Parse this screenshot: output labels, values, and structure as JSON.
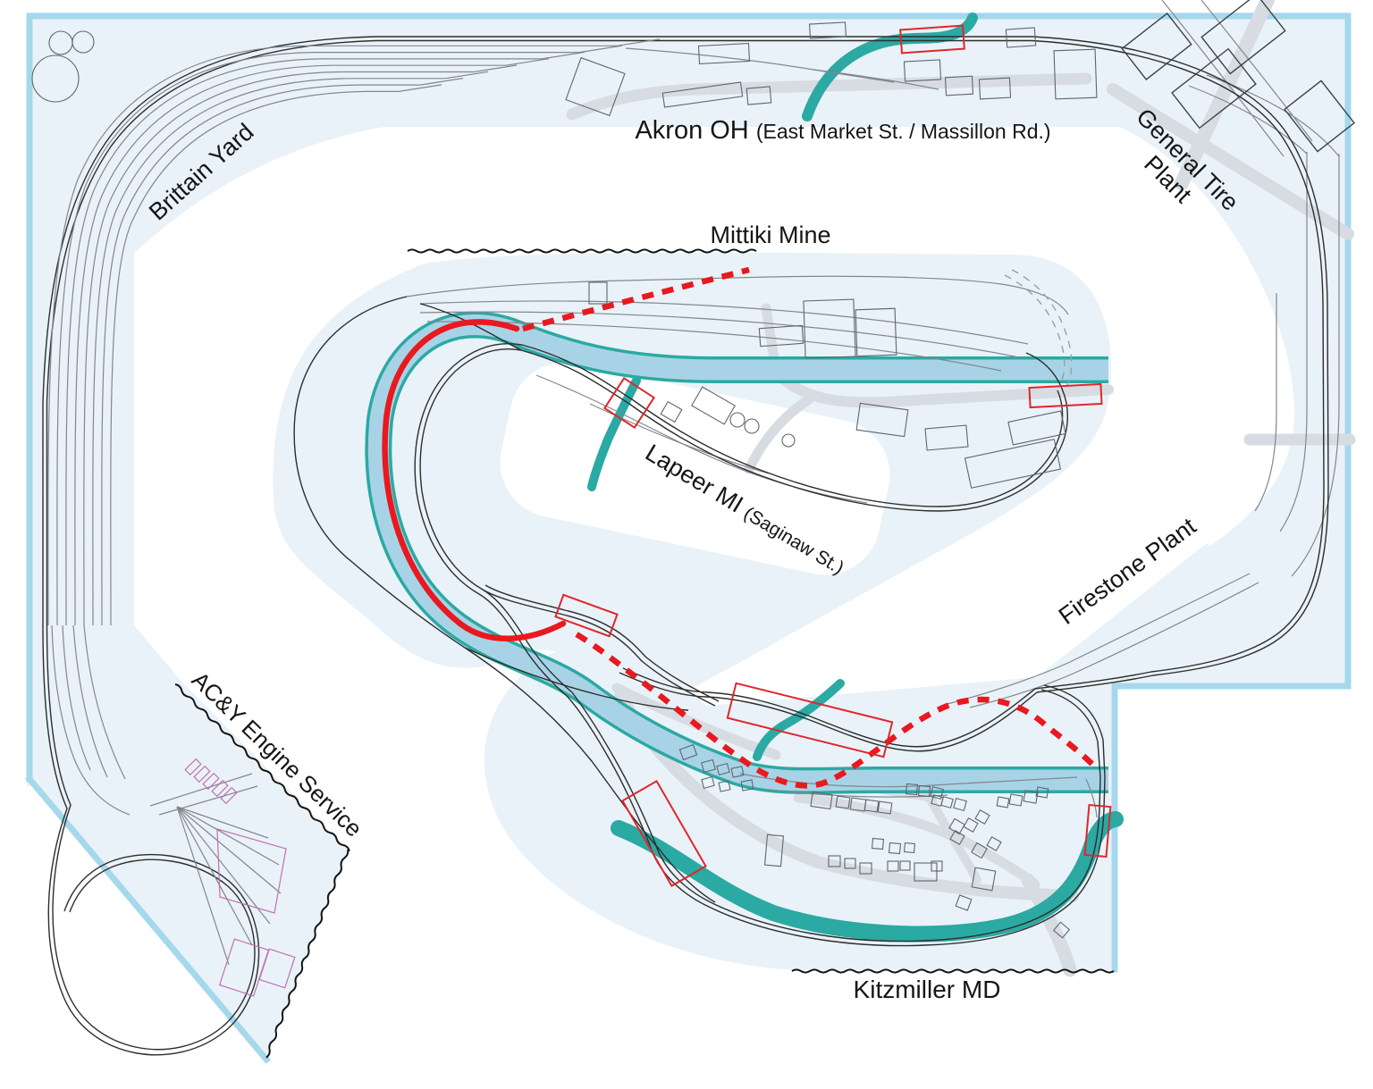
{
  "labels": {
    "brittain_yard": "Brittain Yard",
    "akron_main": "Akron OH ",
    "akron_sub": "(East Market St. / Massillon Rd.)",
    "general_tire_line1": "General Tire",
    "general_tire_line2": "Plant",
    "mittiki_mine": "Mittiki Mine",
    "lapeer_main": "Lapeer MI ",
    "lapeer_sub": "(Saginaw St.)",
    "firestone": "Firestone Plant",
    "acy_engine": "AC&Y Engine Service",
    "kitzmiller": "Kitzmiller MD"
  },
  "colors": {
    "benchwork_fill": "#e9f2f8",
    "benchwork_edge": "#a6d8ec",
    "river_teal": "#2ba9a3",
    "wide_river_fill": "#a8d3e6",
    "highlight_red": "#e8191f",
    "road_gray": "#d7dce2",
    "track_black": "#2d2d2d",
    "track_gray": "#82878c",
    "structure_pink": "#c06fb3",
    "bridge_red": "#e0262b",
    "label_text": "#151515"
  }
}
